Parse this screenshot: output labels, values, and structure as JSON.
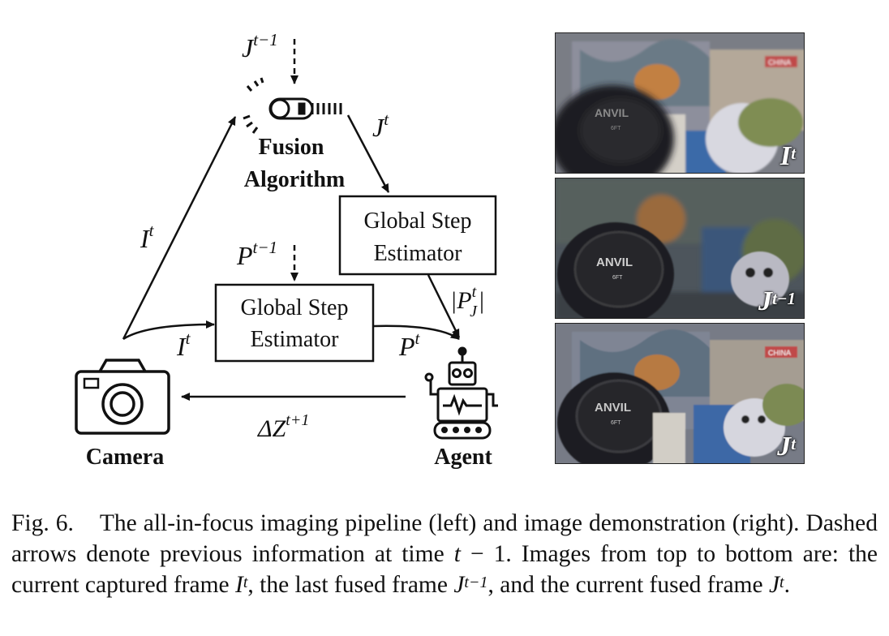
{
  "diagram": {
    "fusion_title_line1": "Fusion",
    "fusion_title_line2": "Algorithm",
    "camera_label": "Camera",
    "agent_label": "Agent",
    "estimator_top_line1": "Global Step",
    "estimator_top_line2": "Estimator",
    "estimator_bottom_line1": "Global Step",
    "estimator_bottom_line2": "Estimator",
    "label_J_prev": {
      "base": "J",
      "sup": "t−1"
    },
    "label_J_t": {
      "base": "J",
      "sup": "t"
    },
    "label_I_left": {
      "base": "I",
      "sup": "t"
    },
    "label_P_prev": {
      "base": "P",
      "sup": "t−1"
    },
    "label_PJ": {
      "base": "|P",
      "sup": "t",
      "sub": "J",
      "close": "|"
    },
    "label_I_mid": {
      "base": "I",
      "sup": "t"
    },
    "label_P_t": {
      "base": "P",
      "sup": "t"
    },
    "label_dZ": {
      "base": "ΔZ",
      "sup": "t+1"
    }
  },
  "photos": [
    {
      "base": "I",
      "sup": "t"
    },
    {
      "base": "J",
      "sup": "t−1"
    },
    {
      "base": "J",
      "sup": "t"
    }
  ],
  "photo_printed_text": {
    "tape_brand": "ANVIL",
    "tape_size": "6FT",
    "poster_word": "CHINA"
  },
  "caption": {
    "fig": "Fig. 6.",
    "text1": "The all-in-focus imaging pipeline (left) and image demonstration (right). Dashed arrows denote previous information at time ",
    "t": "t",
    "minus": " − 1. Images from top to bottom are: the current captured frame ",
    "I": "I",
    "I_sup": "t",
    "text2": ", the last fused frame ",
    "J1": "J",
    "J1_sup": "t−1",
    "text3": ", and the current fused frame ",
    "J2": "J",
    "J2_sup": "t",
    "end": "."
  },
  "colors": {
    "ink": "#111111",
    "photo_label": "#ffffff"
  }
}
